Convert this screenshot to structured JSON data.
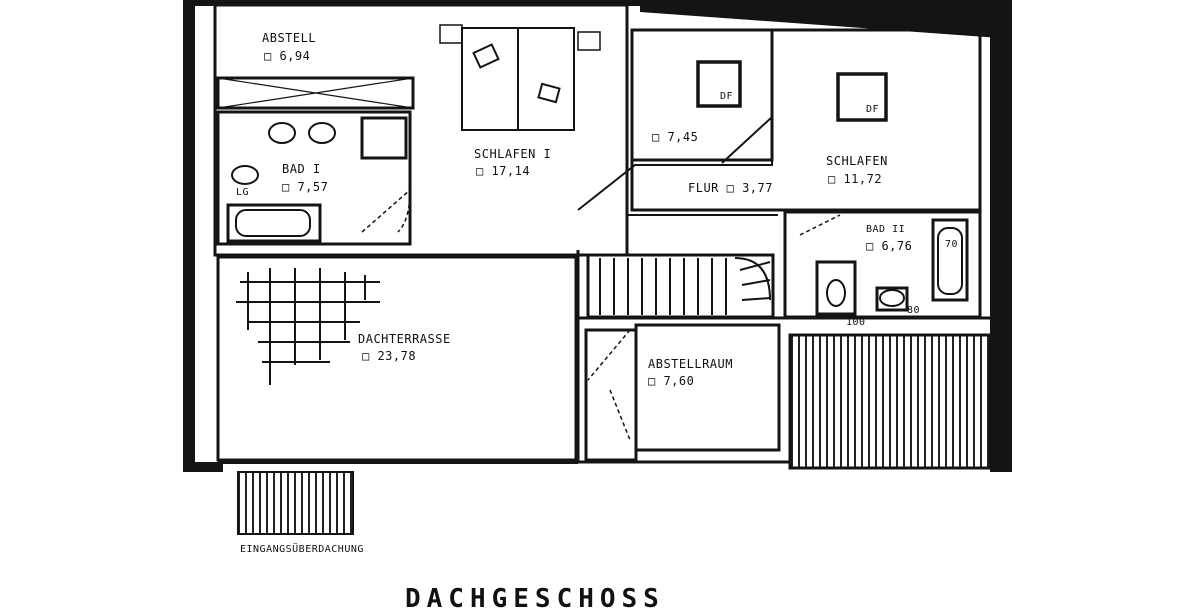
{
  "colors": {
    "ink": "#141414",
    "paper": "#ffffff",
    "hatch": "#2a2a2a"
  },
  "rooms": {
    "abstell": {
      "name": "ABSTELL",
      "area": "□ 6,94"
    },
    "bad1": {
      "name": "BAD I",
      "area": "□ 7,57"
    },
    "schlafen1": {
      "name": "SCHLAFEN I",
      "area": "□ 17,14"
    },
    "room_745": {
      "area": "□ 7,45"
    },
    "flur": {
      "name": "FLUR □ 3,77"
    },
    "schlafen2": {
      "name": "SCHLAFEN",
      "area": "□ 11,72"
    },
    "bad2": {
      "name": "BAD II",
      "area": "□ 6,76"
    },
    "dachterrasse": {
      "name": "DACHTERRASSE",
      "area": "□ 23,78"
    },
    "abstellraum": {
      "name": "ABSTELLRAUM",
      "area": "□ 7,60"
    }
  },
  "marks": {
    "lg": "LG",
    "df1": "DF",
    "df2": "DF",
    "m70": "70",
    "m100": "100",
    "m80": "80"
  },
  "eingang": "EINGANGSÜBERDACHUNG",
  "title": "DACHGESCHOSS"
}
